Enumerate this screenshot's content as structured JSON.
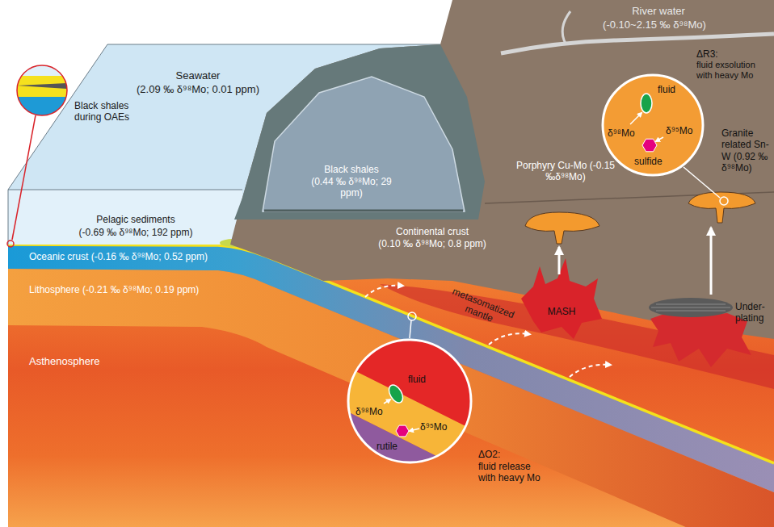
{
  "diagram": {
    "nodes": [
      {
        "text": [
          "fluid",
          "δ⁹⁸Mo",
          "δ⁹⁵Mo",
          "sulfide"
        ]
      },
      {
        "text": [
          "Granite related Sn-W (0.92 ‰ δ⁹⁸Mo)"
        ]
      },
      {
        "text": [
          "Porphyry Cu-Mo (-0.15 ‰δ⁹⁸Mo)"
        ]
      },
      {
        "text": [
          "MASH"
        ]
      },
      {
        "text": [
          "Under-plating"
        ]
      },
      {
        "text": [
          "fluid",
          "δ⁹⁸Mo",
          "δ⁹⁵Mo",
          "rutile"
        ]
      }
    ],
    "edges": [
      {
        "from": 3,
        "to": 2,
        "arrow": "to"
      },
      {
        "from": 4,
        "to": 1,
        "arrow": "to"
      }
    ],
    "labels": [
      "River water",
      "(-0.10~2.15 ‰ δ⁹⁸Mo)",
      "ΔR3:",
      "fluid exsolution with heavy Mo",
      "Seawater",
      "(2.09 ‰ δ⁹⁸Mo; 0.01 ppm)",
      "Black shales during OAEs",
      "Black shales",
      "(0.44 ‰ δ⁹⁸Mo; 29 ppm)",
      "Pelagic sediments",
      "(-0.69 ‰ δ⁹⁸Mo; 192 ppm)",
      "Continental crust",
      "(0.10 ‰ δ⁹⁸Mo; 0.8 ppm)",
      "Oceanic crust (-0.16 ‰ δ⁹⁸Mo; 0.52 ppm)",
      "Lithosphere (-0.21 ‰ δ⁹⁸Mo; 0.19 ppm)",
      "metasomatized mantle",
      "Asthenosphere",
      "ΔO2:",
      "fluid release with heavy Mo"
    ]
  }
}
